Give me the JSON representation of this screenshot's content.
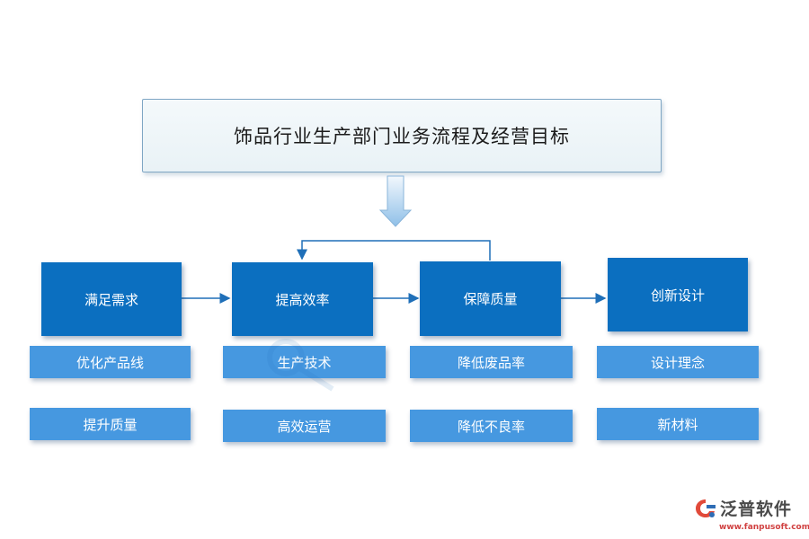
{
  "title": "饰品行业生产部门业务流程及经营目标",
  "steps": [
    {
      "label": "满足需求",
      "subs": [
        "优化产品线",
        "提升质量"
      ]
    },
    {
      "label": "提高效率",
      "subs": [
        "生产技术",
        "高效运营"
      ]
    },
    {
      "label": "保障质量",
      "subs": [
        "降低废品率",
        "降低不良率"
      ]
    },
    {
      "label": "创新设计",
      "subs": [
        "设计理念",
        "新材料"
      ]
    }
  ],
  "logo": {
    "name": "泛普软件",
    "url": "www.fanpusoft.com",
    "icon": "fanpu-logo-icon"
  },
  "colors": {
    "main": "#0b6fc0",
    "sub": "#4698e0",
    "arrow": "#1f6fb8"
  }
}
